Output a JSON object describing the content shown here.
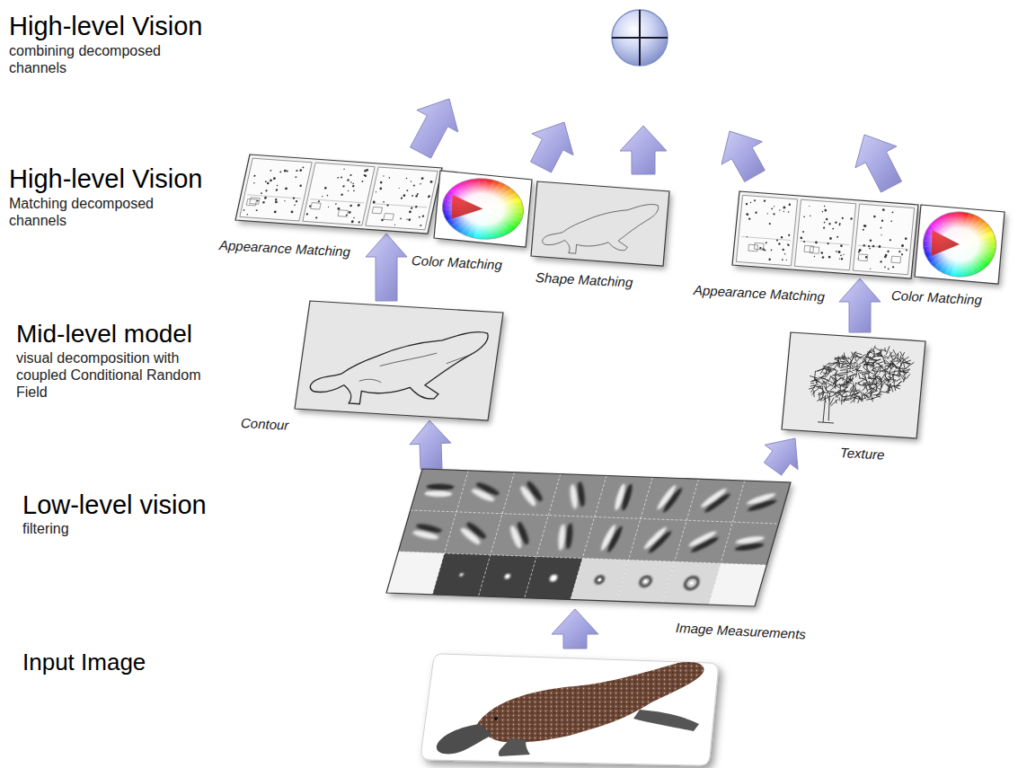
{
  "diagram": {
    "nodes": [
      {
        "text": [
          "Appearance Matching"
        ]
      },
      {
        "text": [
          "Color Matching"
        ]
      },
      {
        "text": [
          "Shape Matching"
        ]
      },
      {
        "text": [
          "Appearance Matching"
        ]
      },
      {
        "text": [
          "Color Matching"
        ]
      },
      {
        "text": [
          "Contour"
        ]
      },
      {
        "text": [
          "Texture"
        ]
      },
      {
        "text": [
          "Image Measurements"
        ]
      }
    ],
    "edges": [
      {
        "from": 7,
        "to": 5,
        "arrow": "to"
      },
      {
        "from": 7,
        "to": 6,
        "arrow": "to"
      },
      {
        "from": 5,
        "to": 0,
        "arrow": "to"
      },
      {
        "from": 6,
        "to": 3,
        "arrow": "to"
      }
    ],
    "labels": [
      "High-level Vision",
      "combining decomposed channels",
      "High-level Vision",
      "Matching decomposed channels",
      "Mid-level model",
      "visual decomposition with coupled Conditional Random Field",
      "Low-level vision",
      "filtering",
      "Input Image"
    ]
  }
}
